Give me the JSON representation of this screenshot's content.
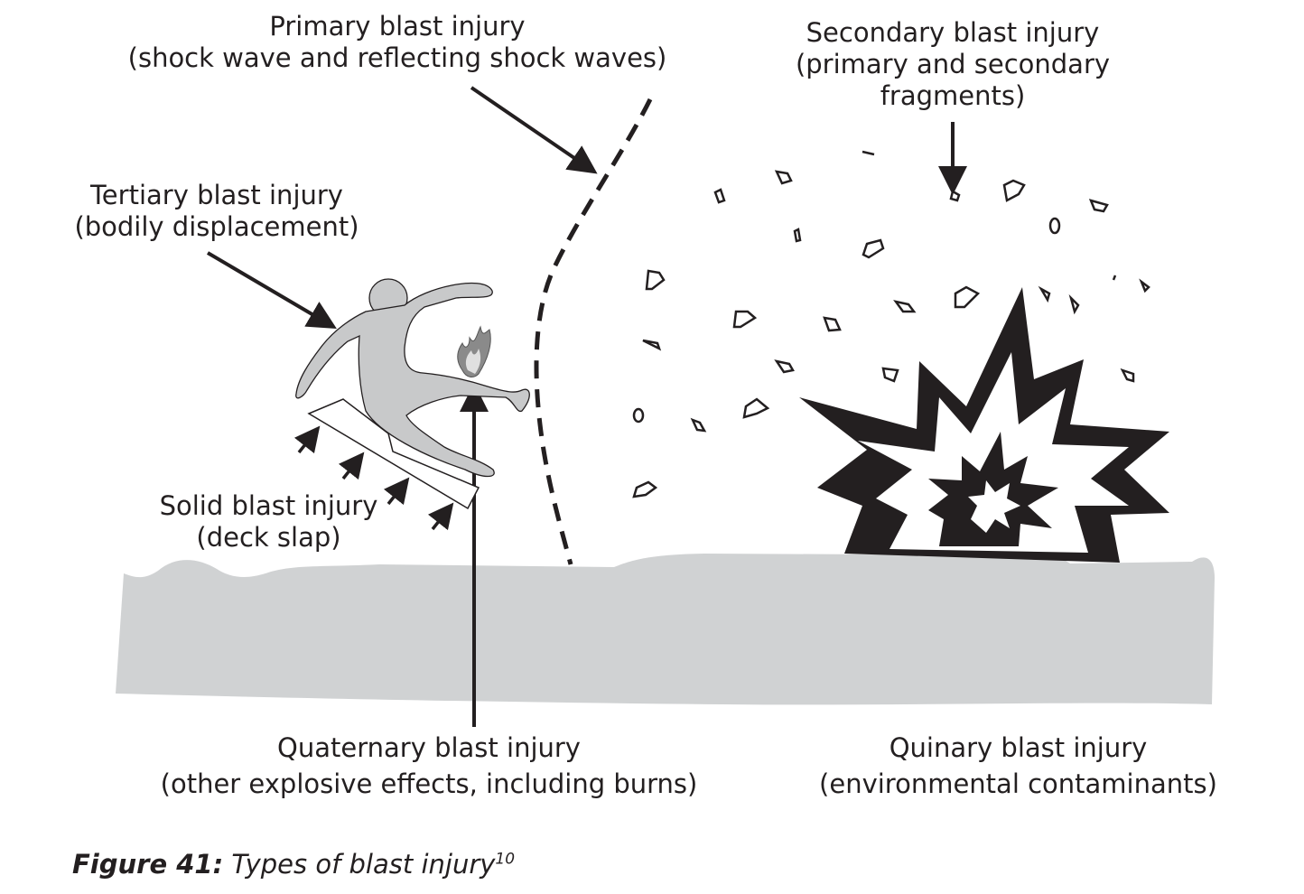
{
  "labels": {
    "primary": {
      "title": "Primary blast injury",
      "detail": "(shock wave and reflecting shock waves)"
    },
    "secondary": {
      "title": "Secondary blast injury",
      "detail_line1": "(primary and secondary",
      "detail_line2": "fragments)"
    },
    "tertiary": {
      "title": "Tertiary blast injury",
      "detail": "(bodily displacement)"
    },
    "solid": {
      "title": "Solid blast injury",
      "detail": "(deck slap)"
    },
    "quaternary": {
      "title": "Quaternary blast injury",
      "detail": "(other explosive effects, including burns)"
    },
    "quinary": {
      "title": "Quinary blast injury",
      "detail": "(environmental contaminants)"
    }
  },
  "caption": {
    "figure_label": "Figure 41:",
    "text": " Types of blast injury",
    "reference": "10"
  },
  "colors": {
    "ink": "#231f20",
    "ground": "#d0d2d3",
    "figure_fill": "#c8c9ca",
    "flame": "#8a8a8a"
  }
}
